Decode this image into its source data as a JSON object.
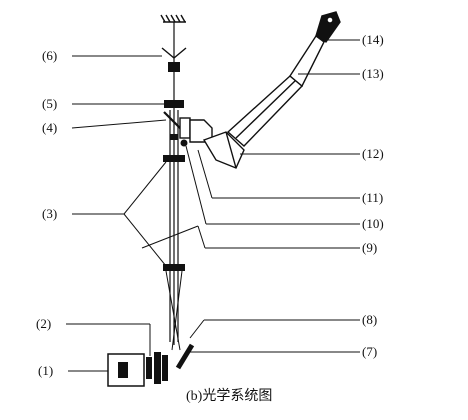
{
  "labels": {
    "l1": "(1)",
    "l2": "(2)",
    "l3": "(3)",
    "l4": "(4)",
    "l5": "(5)",
    "l6": "(6)",
    "l7": "(7)",
    "l8": "(8)",
    "l9": "(9)",
    "l10": "(10)",
    "l11": "(11)",
    "l12": "(12)",
    "l13": "(13)",
    "l14": "(14)"
  },
  "caption": "(b)光学系统图"
}
